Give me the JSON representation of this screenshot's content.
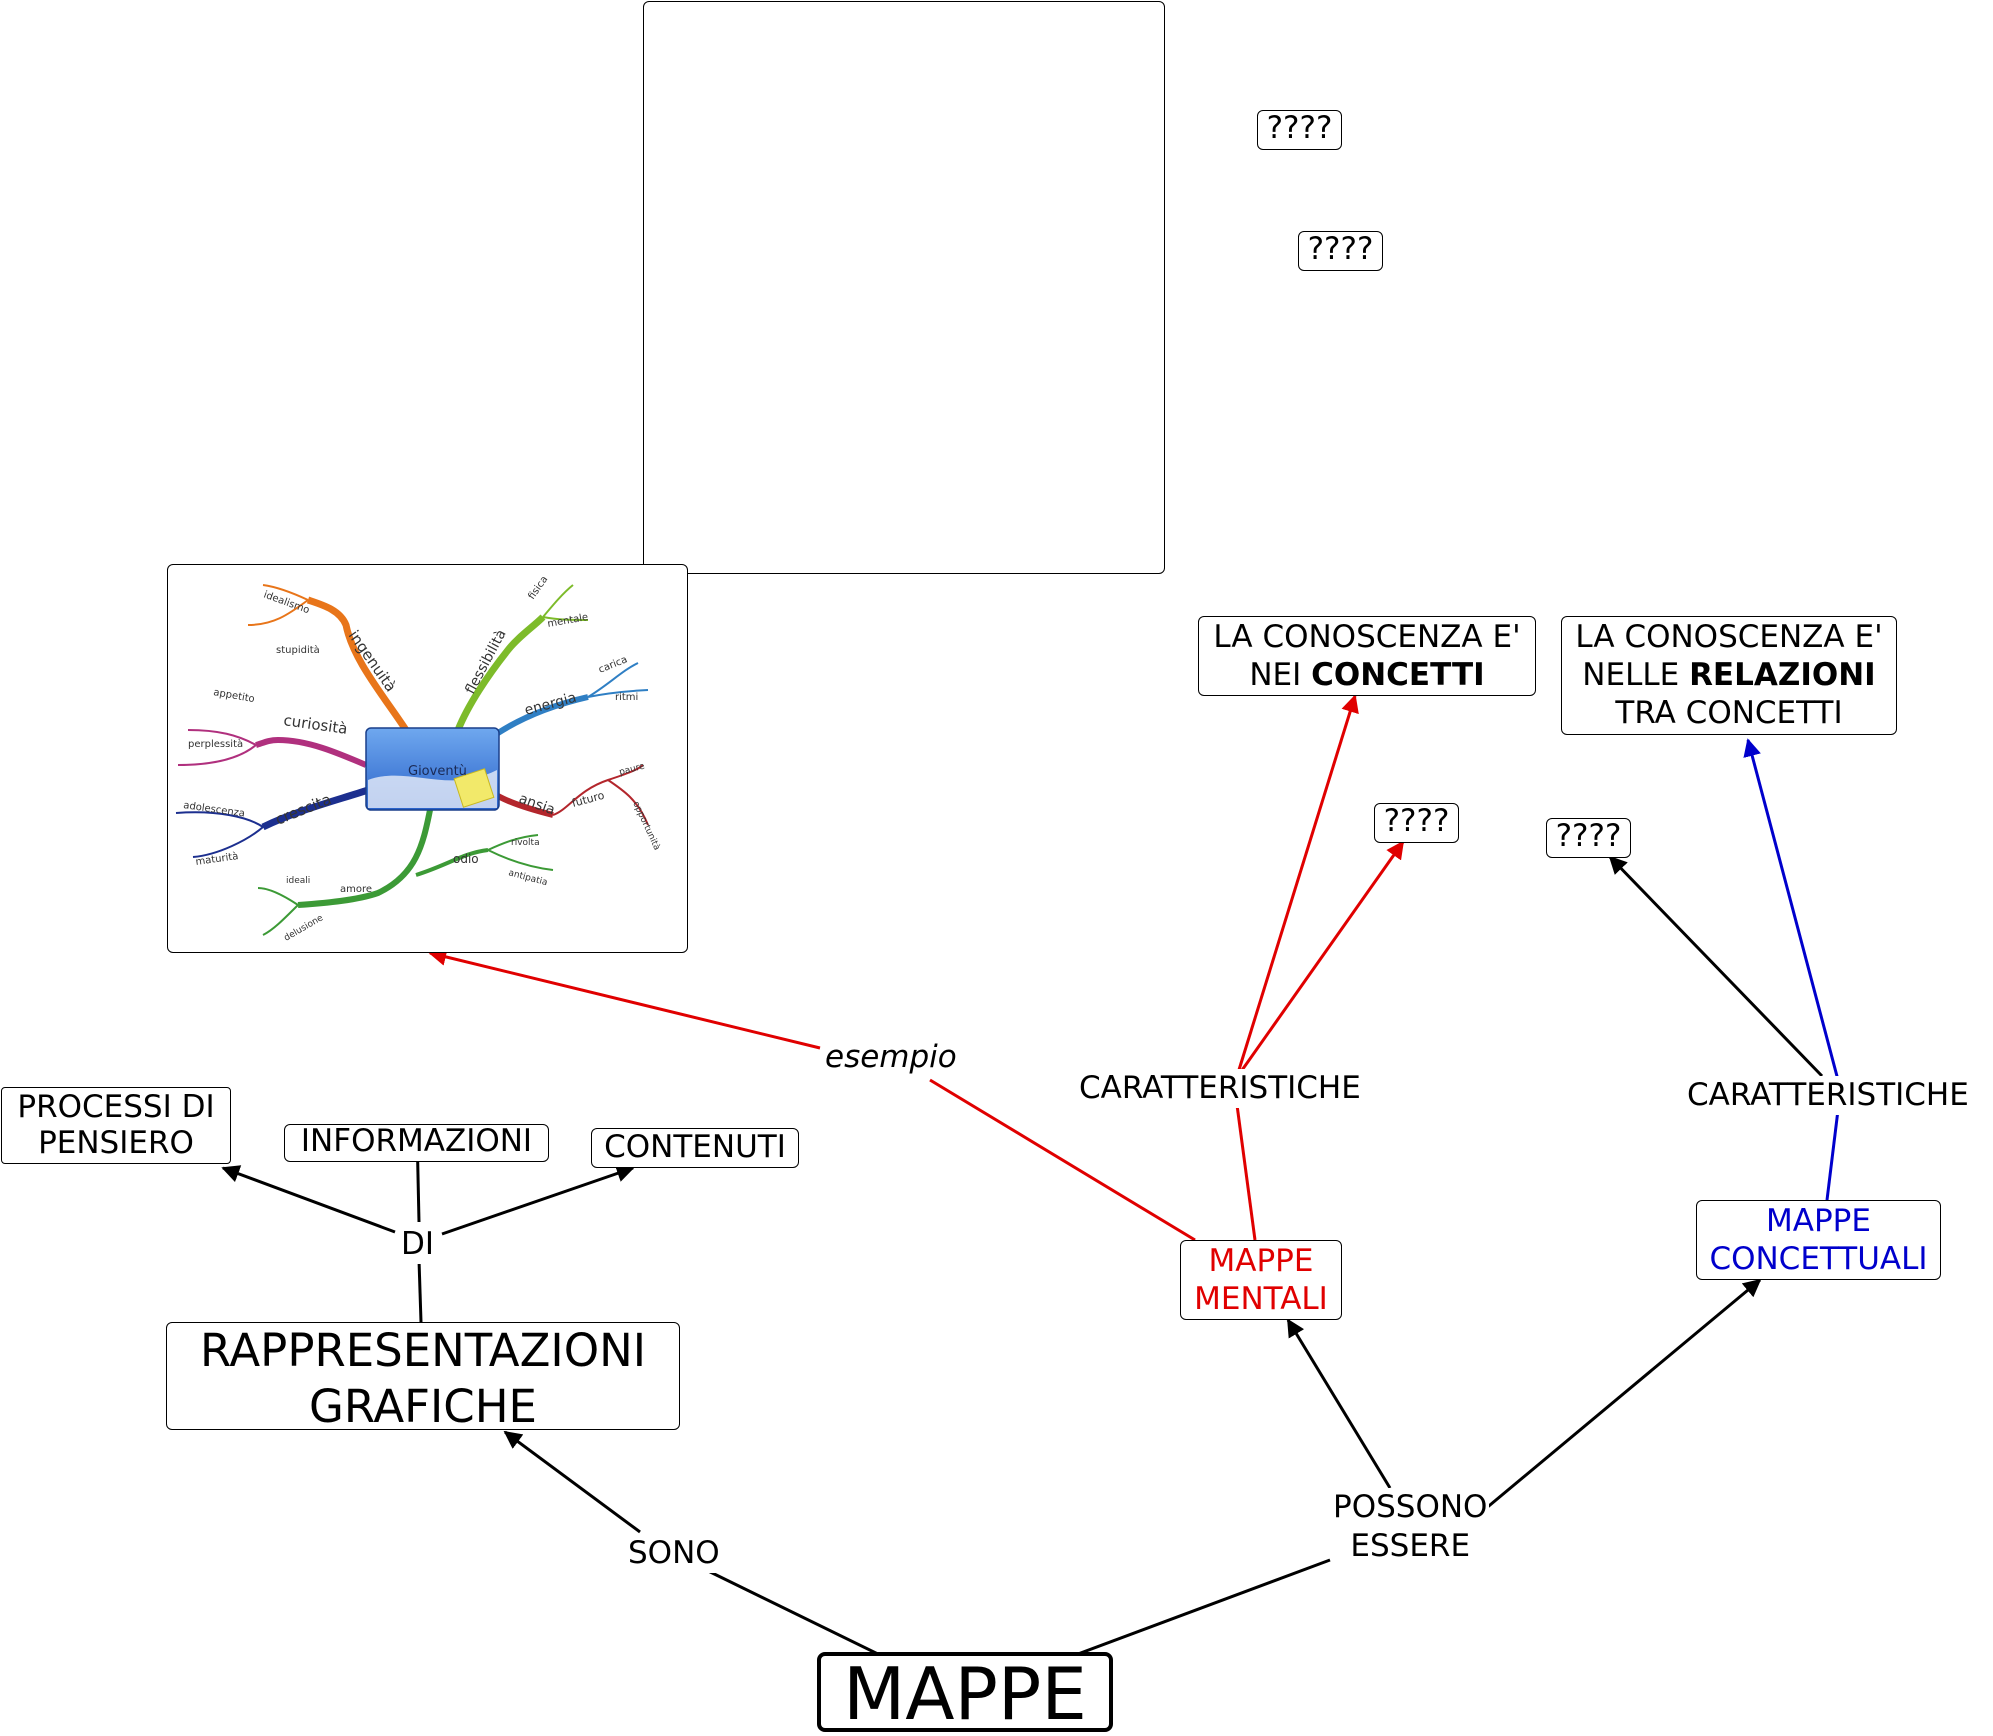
{
  "colors": {
    "black": "#000000",
    "red": "#e00000",
    "blue": "#0000cc"
  },
  "nodes": {
    "mappe": "MAPPE",
    "rappresentazioni": [
      "RAPPRESENTAZIONI",
      "GRAFICHE"
    ],
    "processi": [
      "PROCESSI DI",
      "PENSIERO"
    ],
    "informazioni": "INFORMAZIONI",
    "contenuti": "CONTENUTI",
    "mappe_mentali": [
      "MAPPE",
      "MENTALI"
    ],
    "mappe_concettuali": [
      "MAPPE",
      "CONCETTUALI"
    ],
    "conoscenza_concetti": {
      "line1": "LA CONOSCENZA E'",
      "line2_pre": "NEI ",
      "line2_bold": "CONCETTI"
    },
    "conoscenza_relazioni": {
      "line1": "LA CONOSCENZA E'",
      "line2_pre": "NELLE ",
      "line2_bold": "RELAZIONI",
      "line3": "TRA CONCETTI"
    },
    "unknowns": [
      "????",
      "????",
      "????",
      "????"
    ]
  },
  "link_labels": {
    "sono": "SONO",
    "di": "DI",
    "possono_essere": [
      "POSSONO",
      "ESSERE"
    ],
    "caratteristiche_mentali": "CARATTERISTICHE",
    "caratteristiche_concettuali": "CARATTERISTICHE",
    "esempio": "esempio"
  },
  "mindmap_image": {
    "center": "Gioventù",
    "branches": [
      {
        "name": "ingenuità",
        "color": "#e8751a",
        "subs": [
          "idealismo",
          "stupidità"
        ]
      },
      {
        "name": "curiosità",
        "color": "#b0307e",
        "subs": [
          "appetito",
          "perplessità"
        ]
      },
      {
        "name": "crescita",
        "color": "#1c2f8f",
        "subs": [
          "adolescenza",
          "maturità"
        ]
      },
      {
        "name": "amore",
        "color": "#3c9a36",
        "subs": [
          "ideali",
          "delusione"
        ]
      },
      {
        "name": "odio",
        "color": "#3c9a36",
        "subs": [
          "rivolta",
          "antipatia"
        ]
      },
      {
        "name": "ansia",
        "color": "#b3262c",
        "subs": [
          "futuro",
          "paure",
          "opportunità"
        ]
      },
      {
        "name": "energia",
        "color": "#2f7fc4",
        "subs": [
          "carica",
          "ritmi"
        ]
      },
      {
        "name": "flessibilità",
        "color": "#7dbb2a",
        "subs": [
          "fisica",
          "mentale"
        ]
      }
    ]
  }
}
